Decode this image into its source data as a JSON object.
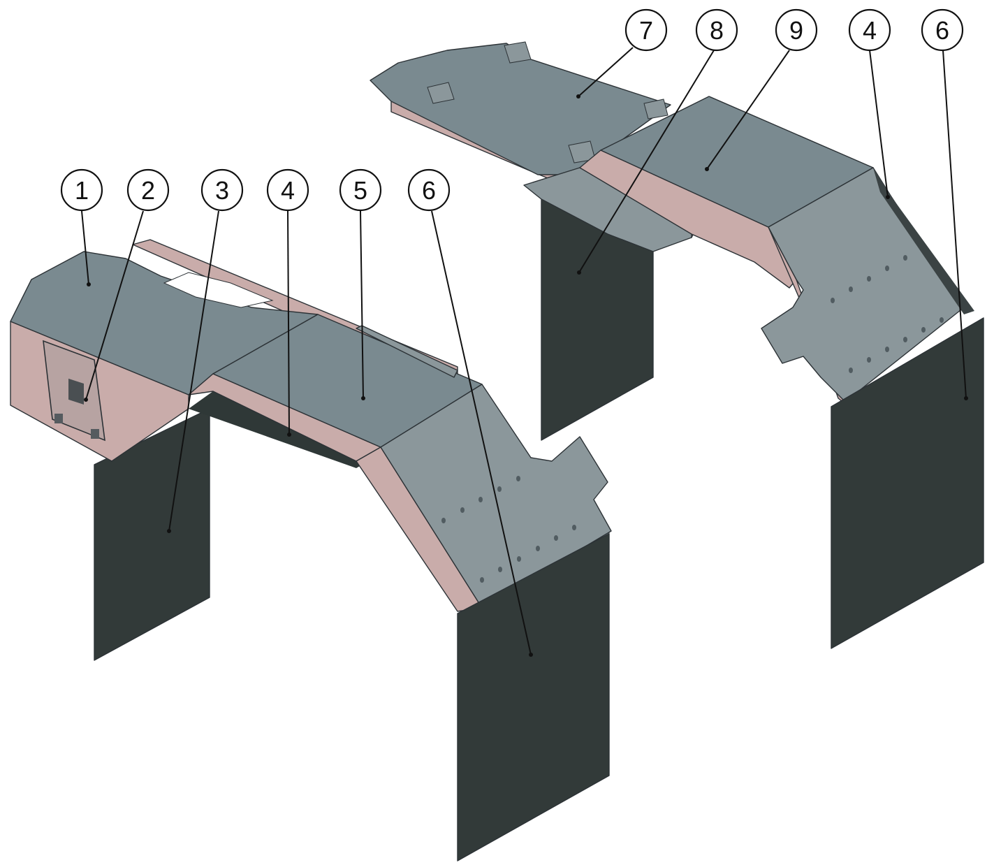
{
  "callouts": [
    {
      "id": "c1",
      "label": "1"
    },
    {
      "id": "c2",
      "label": "2"
    },
    {
      "id": "c3",
      "label": "3"
    },
    {
      "id": "c4a",
      "label": "4"
    },
    {
      "id": "c5",
      "label": "5"
    },
    {
      "id": "c6a",
      "label": "6"
    },
    {
      "id": "c7",
      "label": "7"
    },
    {
      "id": "c8",
      "label": "8"
    },
    {
      "id": "c9",
      "label": "9"
    },
    {
      "id": "c4b",
      "label": "4"
    },
    {
      "id": "c6b",
      "label": "6"
    }
  ],
  "colors": {
    "panel_top": "#7a8a90",
    "panel_slope": "#8b979b",
    "panel_side_pink": "#c9acaa",
    "mudflap": "#323a39",
    "line": "#111111"
  }
}
